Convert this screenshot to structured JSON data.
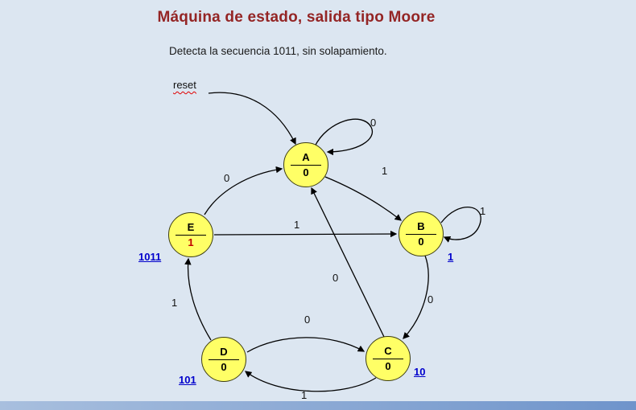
{
  "title": "Máquina de estado, salida tipo Moore",
  "subtitle": "Detecta la secuencia 1011, sin solapamiento.",
  "reset_label": "reset",
  "colors": {
    "background": "#dce6f1",
    "title_text": "#942525",
    "state_fill": "#ffff66",
    "state_border": "#3d3d12",
    "state_text": "#000000",
    "output_e_highlight": "#c00000",
    "sequence_label": "#0000cc",
    "arrow": "#000000",
    "bottom_bar": "#6f94cb"
  },
  "states": {
    "a": {
      "name": "A",
      "output": "0"
    },
    "b": {
      "name": "B",
      "output": "0"
    },
    "c": {
      "name": "C",
      "output": "0"
    },
    "d": {
      "name": "D",
      "output": "0"
    },
    "e": {
      "name": "E",
      "output": "1"
    }
  },
  "transitions": {
    "a_self": {
      "label": "0"
    },
    "a_to_b": {
      "label": "1"
    },
    "b_self": {
      "label": "1"
    },
    "b_to_c": {
      "label": "0"
    },
    "c_to_a": {
      "label": "0"
    },
    "d_to_c": {
      "label": "0"
    },
    "c_to_d": {
      "label": "1"
    },
    "d_to_e": {
      "label": "1"
    },
    "e_to_a": {
      "label": "0"
    },
    "e_to_b": {
      "label": "1"
    }
  },
  "sequence_labels": {
    "e": "1011",
    "b": "1",
    "c": "10",
    "d": "101"
  }
}
